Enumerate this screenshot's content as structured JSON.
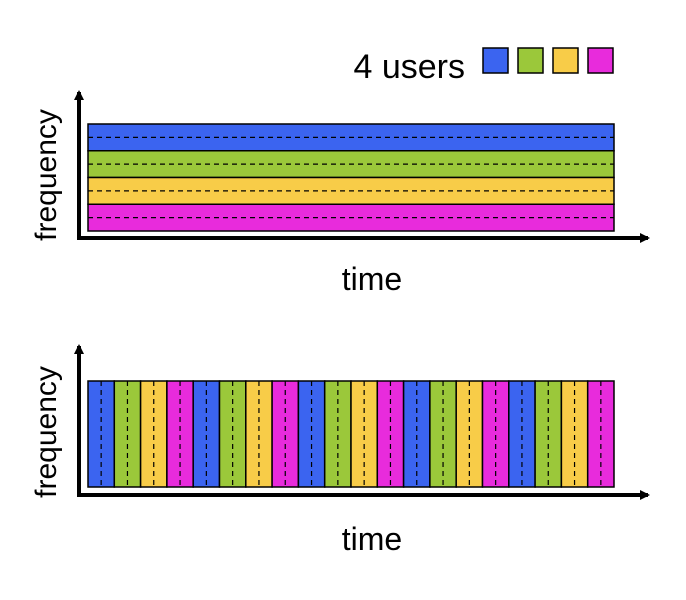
{
  "legend": {
    "label": "4 users",
    "users": [
      {
        "name": "user-1",
        "color": "#3b64f0"
      },
      {
        "name": "user-2",
        "color": "#9bc83a"
      },
      {
        "name": "user-3",
        "color": "#f8cc48"
      },
      {
        "name": "user-4",
        "color": "#e82bdc"
      }
    ]
  },
  "top_panel": {
    "y_label": "frequency",
    "x_label": "time",
    "band_colors": [
      "#3b64f0",
      "#9bc83a",
      "#f8cc48",
      "#e82bdc"
    ]
  },
  "bottom_panel": {
    "y_label": "frequency",
    "x_label": "time",
    "slot_pattern": [
      "#3b64f0",
      "#9bc83a",
      "#f8cc48",
      "#e82bdc"
    ],
    "slot_count": 20
  }
}
